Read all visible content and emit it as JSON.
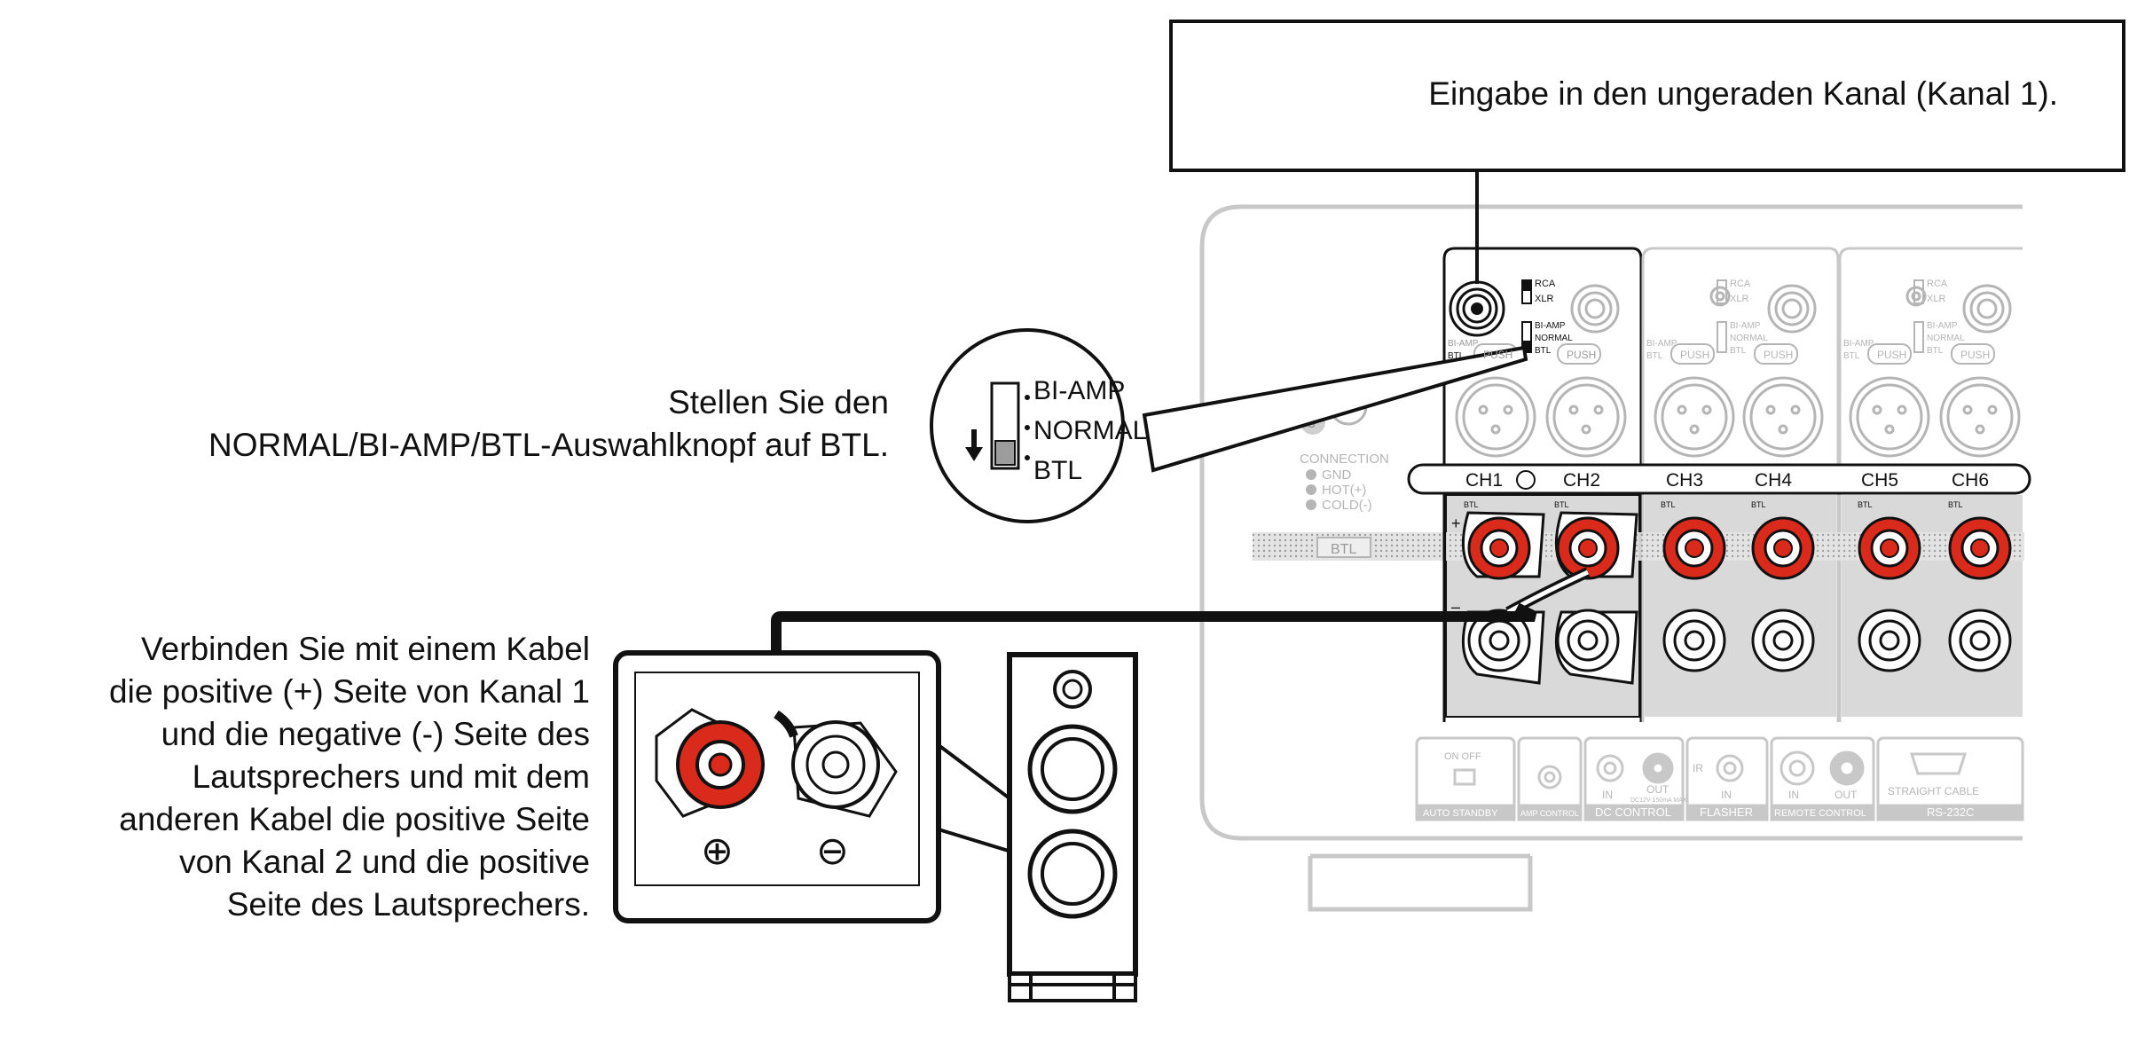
{
  "callouts": {
    "top": "Eingabe in den ungeraden Kanal (Kanal 1).",
    "selector": [
      "Stellen Sie den",
      "NORMAL/BI-AMP/BTL-Auswahlknopf auf BTL."
    ],
    "cable": [
      "Verbinden Sie mit einem Kabel",
      "die positive (+) Seite von Kanal 1",
      "und die negative (-) Seite des",
      "Lautsprechers und mit dem",
      "anderen Kabel die positive Seite",
      "von Kanal 2 und die positive",
      "Seite des Lautsprechers."
    ]
  },
  "zoom_switch": {
    "positions": [
      "BI-AMP",
      "NORMAL",
      "BTL"
    ]
  },
  "panel": {
    "input_switch": [
      "RCA",
      "XLR"
    ],
    "mode_switch": [
      "BI-AMP",
      "NORMAL",
      "BTL"
    ],
    "left_labels": [
      "BI-AMP",
      "BTL"
    ],
    "push_label": "PUSH",
    "connection": {
      "title": "CONNECTION",
      "pins": [
        "GND",
        "HOT(+)",
        "COLD(-)"
      ]
    },
    "channel_labels": [
      "CH1",
      "CH2",
      "CH3",
      "CH4",
      "CH5",
      "CH6"
    ],
    "btl_bar_label": "BTL",
    "btl_small": "BTL",
    "bottom": {
      "auto_standby": {
        "switch": "ON OFF",
        "label": "AUTO STANDBY"
      },
      "amp_control": {
        "label": "AMP CONTROL"
      },
      "dc_control": {
        "in": "IN",
        "out": "OUT",
        "rating": "DC12V 150mA MAX.",
        "label": "DC CONTROL"
      },
      "flasher": {
        "ir": "IR",
        "in": "IN",
        "label": "FLASHER"
      },
      "remote_control": {
        "in": "IN",
        "out": "OUT",
        "label": "REMOTE CONTROL"
      },
      "rs232c": {
        "cable": "STRAIGHT CABLE",
        "label": "RS-232C"
      }
    }
  },
  "speaker_terminals": {
    "plus": "⊕",
    "minus": "⊖"
  },
  "colors": {
    "ink": "#111111",
    "panel_gray": "#c8c8c8",
    "panel_fill": "#d9d9d9",
    "terminal_red": "#d92a1c",
    "faded": "#b5b5b5"
  }
}
